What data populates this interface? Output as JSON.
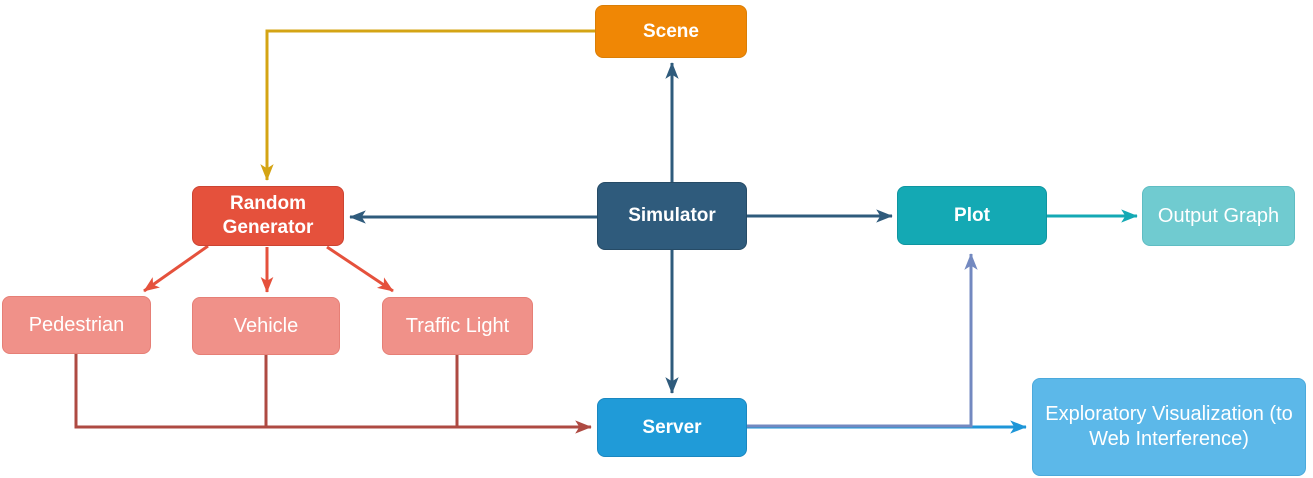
{
  "diagram": {
    "type": "flowchart",
    "nodes": {
      "scene": {
        "label": "Scene",
        "fill": "#F08705",
        "border": "#DA7E06",
        "text_color": "#FFFFFF"
      },
      "simulator": {
        "label": "Simulator",
        "fill": "#2F5B7C",
        "border": "#264B66",
        "text_color": "#FFFFFF"
      },
      "random_generator": {
        "label": "Random Generator",
        "fill": "#E5513C",
        "border": "#CC4432",
        "text_color": "#FFFFFF"
      },
      "pedestrian": {
        "label": "Pedestrian",
        "fill": "#F09189",
        "border": "#E67F76",
        "text_color": "#FFFFFF"
      },
      "vehicle": {
        "label": "Vehicle",
        "fill": "#F09189",
        "border": "#E67F76",
        "text_color": "#FFFFFF"
      },
      "traffic_light": {
        "label": "Traffic Light",
        "fill": "#F09189",
        "border": "#E67F76",
        "text_color": "#FFFFFF"
      },
      "plot": {
        "label": "Plot",
        "fill": "#14A9B4",
        "border": "#0F95A0",
        "text_color": "#FFFFFF"
      },
      "output_graph": {
        "label": "Output Graph",
        "fill": "#70CBD0",
        "border": "#5FBDC3",
        "text_color": "#FFFFFF"
      },
      "server": {
        "label": "Server",
        "fill": "#209BD8",
        "border": "#1A87C0",
        "text_color": "#FFFFFF"
      },
      "exploratory_visualization": {
        "label": "Exploratory Visualization (to Web Interference)",
        "fill": "#5CB8E9",
        "border": "#4BA9DC",
        "text_color": "#FFFFFF"
      }
    },
    "connectors": [
      {
        "name": "scene-to-random-generator",
        "from": "Scene",
        "to": "Random Generator",
        "color": "#D4A414"
      },
      {
        "name": "simulator-to-scene",
        "from": "Simulator",
        "to": "Scene",
        "color": "#2F5B7C"
      },
      {
        "name": "simulator-to-random-generator",
        "from": "Simulator",
        "to": "Random Generator",
        "color": "#2F5B7C"
      },
      {
        "name": "simulator-to-plot",
        "from": "Simulator",
        "to": "Plot",
        "color": "#2F5B7C"
      },
      {
        "name": "simulator-to-server",
        "from": "Simulator",
        "to": "Server",
        "color": "#2F5B7C"
      },
      {
        "name": "random-generator-to-pedestrian",
        "from": "Random Generator",
        "to": "Pedestrian",
        "color": "#E5513C"
      },
      {
        "name": "random-generator-to-vehicle",
        "from": "Random Generator",
        "to": "Vehicle",
        "color": "#E5513C"
      },
      {
        "name": "random-generator-to-traffic-light",
        "from": "Random Generator",
        "to": "Traffic Light",
        "color": "#E5513C"
      },
      {
        "name": "pedestrian-to-server",
        "from": "Pedestrian",
        "to": "Server",
        "color": "#AE4A42"
      },
      {
        "name": "vehicle-to-server",
        "from": "Vehicle",
        "to": "Server",
        "color": "#AE4A42"
      },
      {
        "name": "traffic-light-to-server",
        "from": "Traffic Light",
        "to": "Server",
        "color": "#AE4A42"
      },
      {
        "name": "plot-to-output-graph",
        "from": "Plot",
        "to": "Output Graph",
        "color": "#14A9B4"
      },
      {
        "name": "server-to-plot",
        "from": "Server",
        "to": "Plot",
        "color": "#7389C0"
      },
      {
        "name": "server-to-exploratory-visualization",
        "from": "Server",
        "to": "Exploratory Visualization (to Web Interference)",
        "color": "#1E96D8"
      }
    ]
  }
}
